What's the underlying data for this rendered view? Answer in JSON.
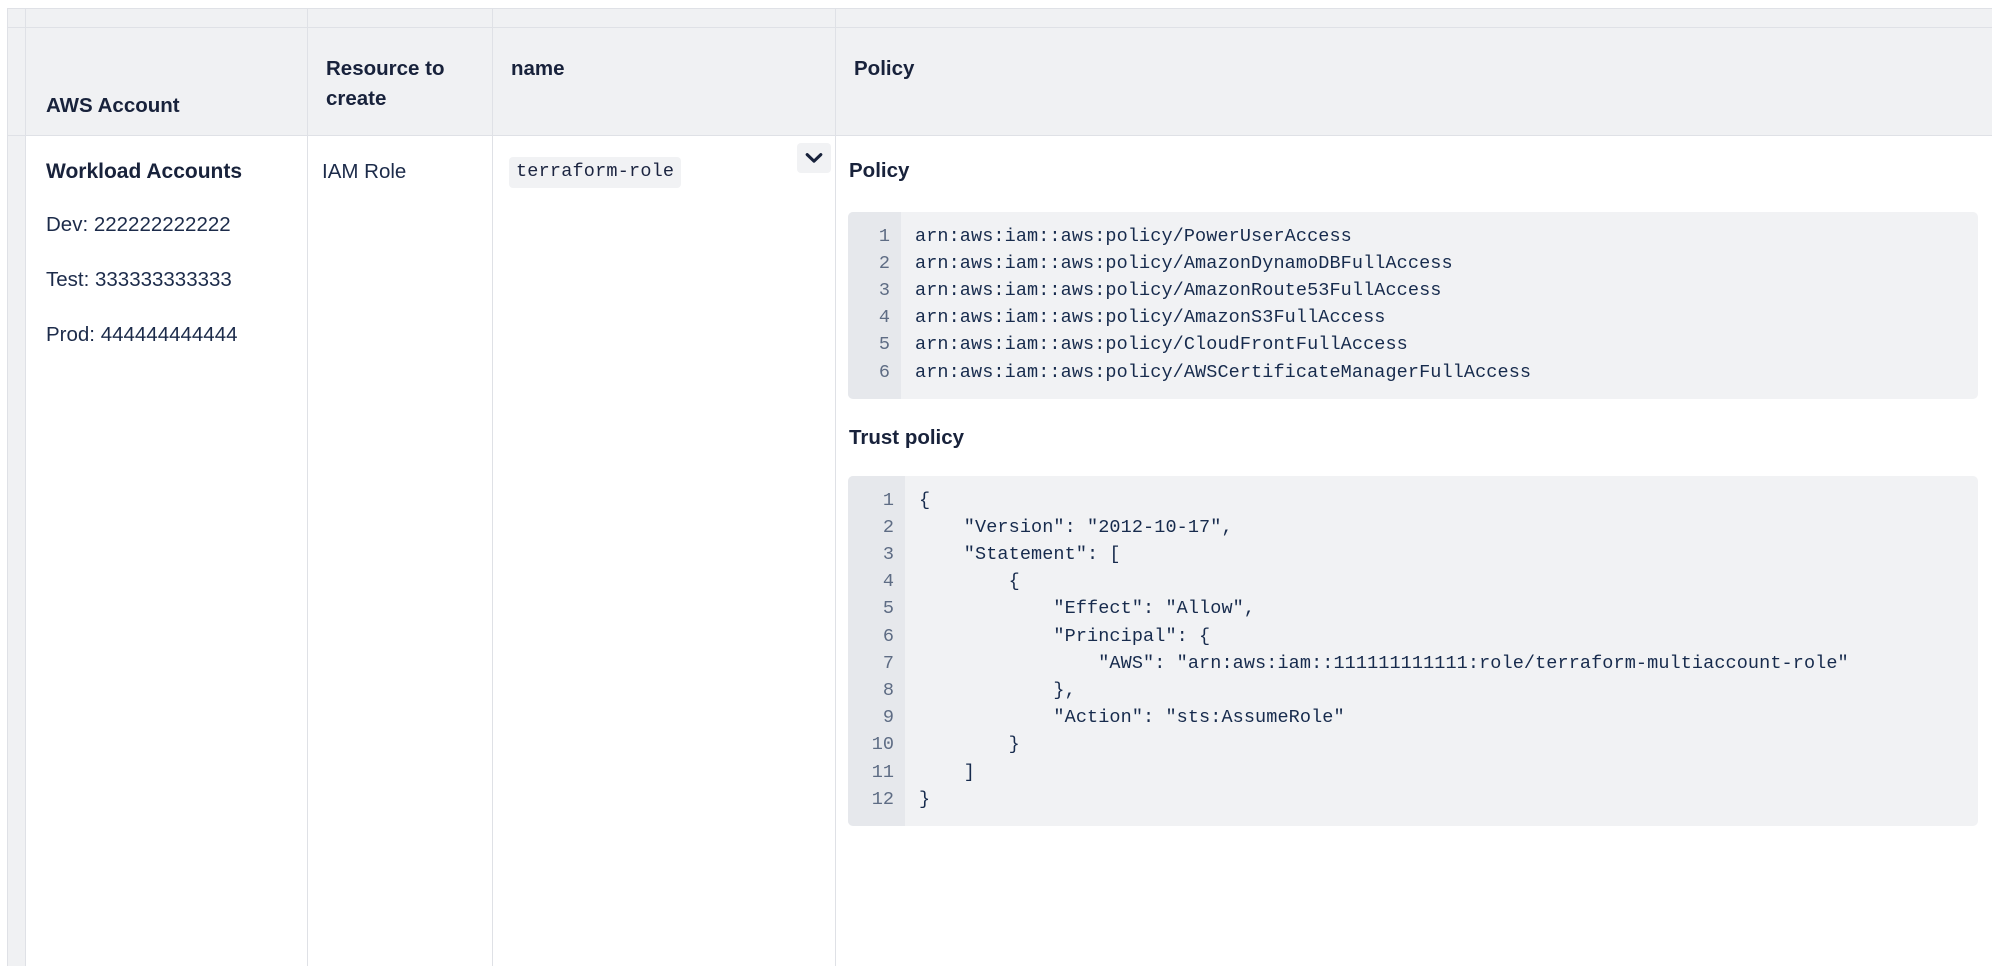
{
  "table": {
    "columns": [
      {
        "key": "gutter",
        "label": ""
      },
      {
        "key": "account",
        "label": "AWS Account"
      },
      {
        "key": "resource",
        "label": "Resource to create"
      },
      {
        "key": "name",
        "label": "name"
      },
      {
        "key": "policy",
        "label": "Policy"
      }
    ],
    "rows": [
      {
        "account": {
          "title": "Workload Accounts",
          "lines": [
            "Dev: 222222222222",
            "Test: 333333333333",
            "Prod: 444444444444"
          ]
        },
        "resource": "IAM Role",
        "name": {
          "value": "terraform-role",
          "dropdown_icon": "chevron-down-icon"
        },
        "policy": {
          "policy_label": "Policy",
          "policy_lines": [
            "arn:aws:iam::aws:policy/PowerUserAccess",
            "arn:aws:iam::aws:policy/AmazonDynamoDBFullAccess",
            "arn:aws:iam::aws:policy/AmazonRoute53FullAccess",
            "arn:aws:iam::aws:policy/AmazonS3FullAccess",
            "arn:aws:iam::aws:policy/CloudFrontFullAccess",
            "arn:aws:iam::aws:policy/AWSCertificateManagerFullAccess"
          ],
          "trust_label": "Trust policy",
          "trust_lines": [
            "{",
            "    \"Version\": \"2012-10-17\",",
            "    \"Statement\": [",
            "        {",
            "            \"Effect\": \"Allow\",",
            "            \"Principal\": {",
            "                \"AWS\": \"arn:aws:iam::111111111111:role/terraform-multiaccount-role\"",
            "            },",
            "            \"Action\": \"sts:AssumeRole\"",
            "        }",
            "    ]",
            "}"
          ]
        }
      }
    ]
  },
  "colors": {
    "header_bg": "#f0f1f3",
    "border": "#dfe1e6",
    "text": "#172b4d",
    "code_bg": "#f1f2f4",
    "code_gutter_bg": "#e6e8ec",
    "line_number": "#5e6c84"
  }
}
